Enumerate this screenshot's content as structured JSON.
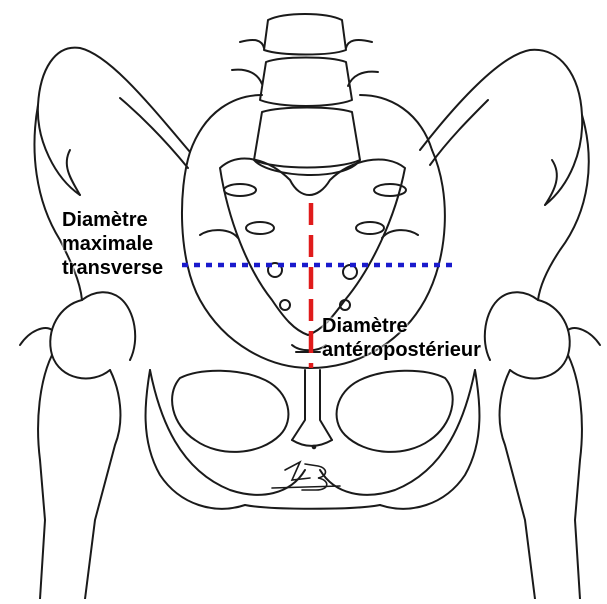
{
  "labels": {
    "transverse": [
      "Diamètre",
      "maximale",
      "transverse"
    ],
    "anteroposterior": [
      "Diamètre",
      "antéropostérieur"
    ]
  },
  "colors": {
    "transverse_line": "#1a1acc",
    "anteroposterior_line": "#e01b1b",
    "ink": "#1a1a1a"
  },
  "icons": {
    "drawing": "pelvis-anterior-view-illustration",
    "signature": "artist-signature"
  }
}
